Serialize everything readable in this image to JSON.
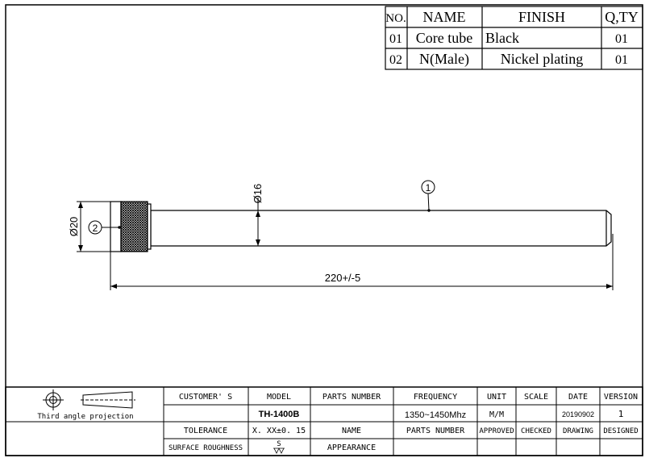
{
  "parts_table": {
    "headers": [
      "NO.",
      "NAME",
      "FINISH",
      "Q,TY"
    ],
    "rows": [
      [
        "01",
        "Core tube",
        "Black",
        "01"
      ],
      [
        "02",
        "N(Male)",
        "Nickel plating",
        "01"
      ]
    ]
  },
  "drawing": {
    "dim_diameter_connector": "Ø20",
    "dim_diameter_tube": "Ø16",
    "dim_length": "220+/-5",
    "balloon_1": "1",
    "balloon_2": "2"
  },
  "title_block": {
    "projection_label": "Third angle projection",
    "headers_row1": [
      "CUSTOMER' S",
      "MODEL",
      "PARTS NUMBER",
      "FREQUENCY",
      "UNIT",
      "SCALE",
      "DATE",
      "VERSION"
    ],
    "values_row2": [
      "",
      "TH-1400B",
      "",
      "1350~1450Mhz",
      "M/M",
      "",
      "20190902",
      "1"
    ],
    "row3": [
      "TOLERANCE",
      "X. XX±0. 15",
      "NAME",
      "PARTS NUMBER",
      "APPROVED",
      "CHECKED",
      "DRAWING",
      "DESIGNED"
    ],
    "row4": [
      "SURFACE ROUGHNESS",
      "S",
      "APPEARANCE"
    ]
  }
}
